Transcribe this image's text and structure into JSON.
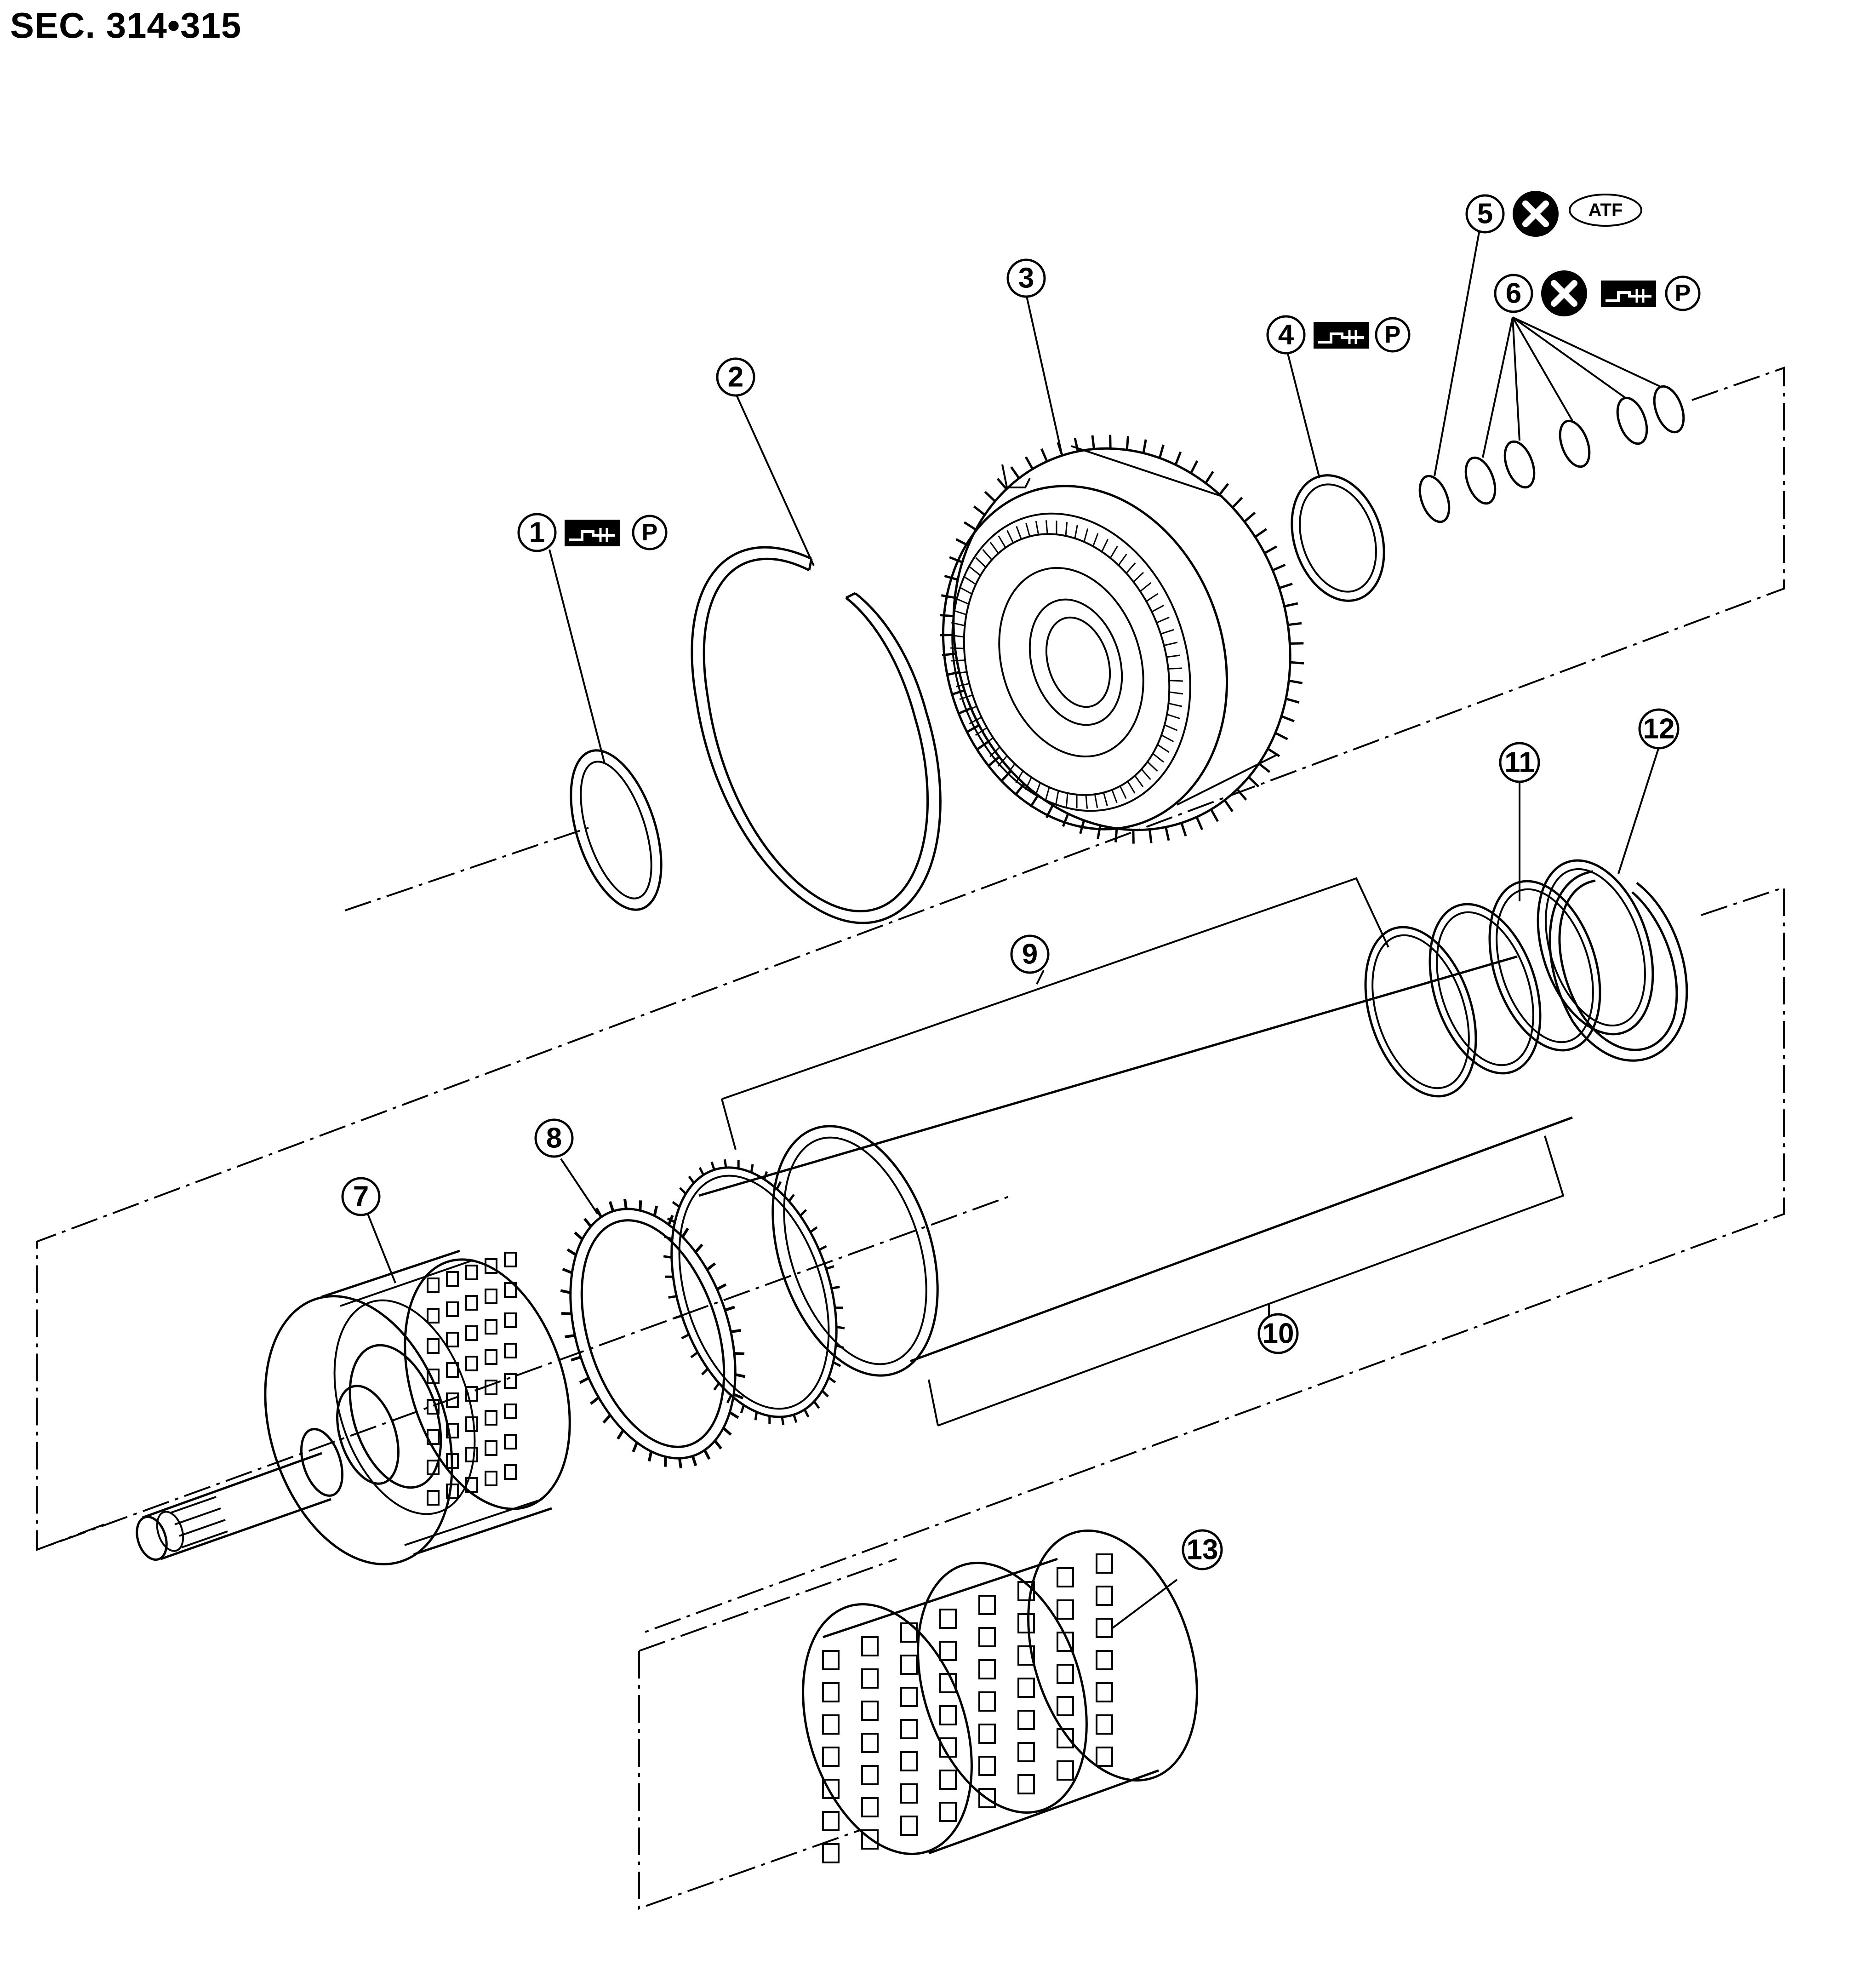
{
  "section": "SEC. 314•315",
  "callouts": [
    {
      "id": "1",
      "label": "1",
      "symbols": [
        "tool-icon",
        "p-icon"
      ]
    },
    {
      "id": "2",
      "label": "2",
      "symbols": []
    },
    {
      "id": "3",
      "label": "3",
      "symbols": []
    },
    {
      "id": "4",
      "label": "4",
      "symbols": [
        "tool-icon",
        "p-icon"
      ]
    },
    {
      "id": "5",
      "label": "5",
      "symbols": [
        "replace-icon",
        "atf-icon"
      ]
    },
    {
      "id": "6",
      "label": "6",
      "symbols": [
        "replace-icon",
        "tool-icon",
        "p-icon"
      ]
    },
    {
      "id": "7",
      "label": "7",
      "symbols": []
    },
    {
      "id": "8",
      "label": "8",
      "symbols": []
    },
    {
      "id": "9",
      "label": "9",
      "symbols": []
    },
    {
      "id": "10",
      "label": "10",
      "symbols": []
    },
    {
      "id": "11",
      "label": "11",
      "symbols": []
    },
    {
      "id": "12",
      "label": "12",
      "symbols": []
    },
    {
      "id": "13",
      "label": "13",
      "symbols": []
    }
  ],
  "symbols": {
    "p": "P",
    "atf": "ATF"
  }
}
